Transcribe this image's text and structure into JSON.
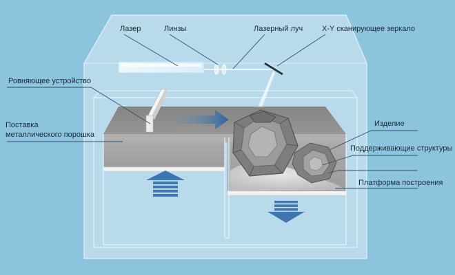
{
  "labels": {
    "laser": "Лазер",
    "lenses": "Линзы",
    "laser_beam": "Лазерный луч",
    "scan_mirror": "X-Y сканирующее зеркало",
    "recoater": "Ровняющее устройство",
    "powder_supply_line1": "Поставка",
    "powder_supply_line2": "металлического порошка",
    "part": "Изделие",
    "supports": "Поддерживающие структуры",
    "build_platform": "Платформа построения"
  },
  "colors": {
    "background": "#8cc3dd",
    "enclosure": "#b6d9ea",
    "powder": "#8a8a8a",
    "arrow": "#3d77ad",
    "leader_line": "#2f4f6b"
  },
  "icons": {
    "supply_piston_arrow": "arrow-up-icon",
    "build_piston_arrow": "arrow-down-icon",
    "powder_transfer_arrow": "arrow-right-icon"
  }
}
